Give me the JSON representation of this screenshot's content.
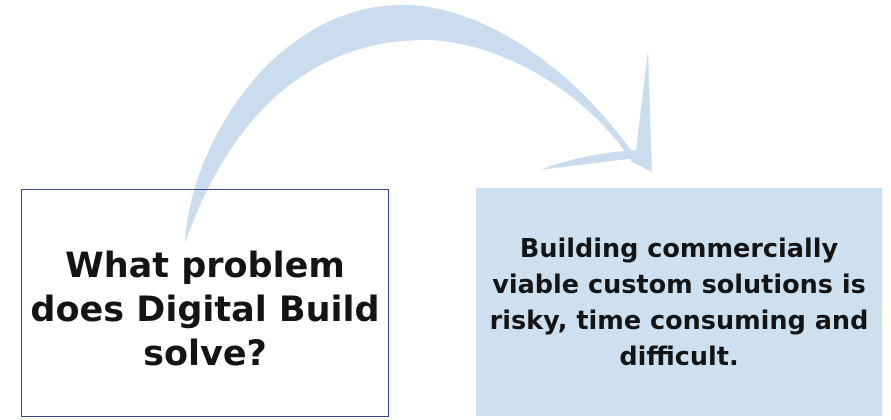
{
  "diagram": {
    "question": {
      "line1": "What problem",
      "line2": "does Digital Build",
      "line3": "solve?"
    },
    "answer": {
      "line1": "Building commercially",
      "line2": "viable custom solutions is",
      "line3": "risky, time consuming and",
      "line4": "difficult."
    }
  },
  "colors": {
    "arrow": "#c9ddef",
    "question_border": "#2f4b8a",
    "answer_fill": "#cde0ef",
    "text": "#141414"
  }
}
